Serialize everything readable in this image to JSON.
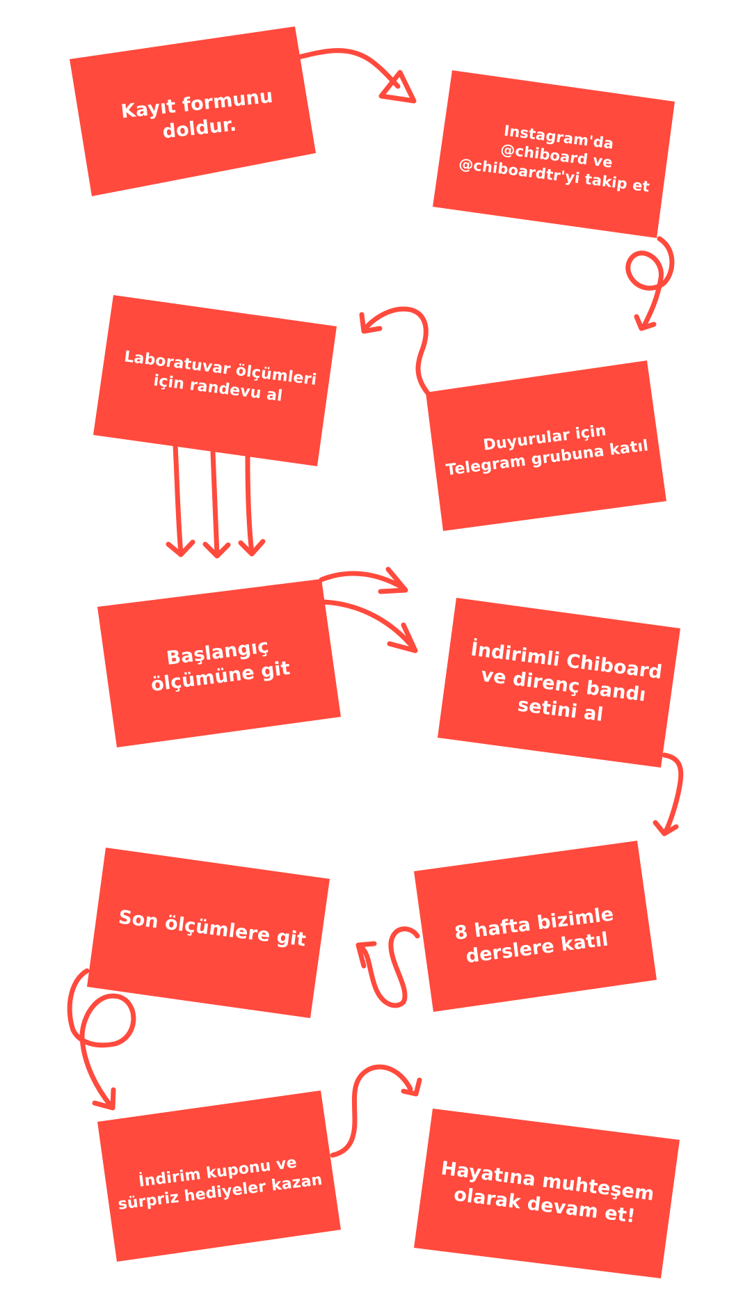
{
  "theme": {
    "card_color": "#FF4A3D",
    "text_color": "#FFFFFF",
    "background": "#FFFFFF"
  },
  "steps": [
    {
      "id": 1,
      "lines": [
        "Kayıt formunu",
        "doldur."
      ]
    },
    {
      "id": 2,
      "lines": [
        "Instagram'da",
        "@chiboard ve",
        "@chiboardtr'yi takip et"
      ]
    },
    {
      "id": 3,
      "lines": [
        "Duyurular için",
        "Telegram grubuna katıl"
      ]
    },
    {
      "id": 4,
      "lines": [
        "Laboratuvar ölçümleri",
        "için randevu al"
      ]
    },
    {
      "id": 5,
      "lines": [
        "Başlangıç",
        "ölçümüne git"
      ]
    },
    {
      "id": 6,
      "lines": [
        "İndirimli Chiboard",
        "ve direnç bandı",
        "setini al"
      ]
    },
    {
      "id": 7,
      "lines": [
        "8 hafta bizimle",
        "derslere katıl"
      ]
    },
    {
      "id": 8,
      "lines": [
        "Son ölçümlere git"
      ]
    },
    {
      "id": 9,
      "lines": [
        "İndirim kuponu ve",
        "sürpriz hediyeler kazan"
      ]
    },
    {
      "id": 10,
      "lines": [
        "Hayatına muhteşem",
        "olarak devam et!"
      ]
    }
  ]
}
